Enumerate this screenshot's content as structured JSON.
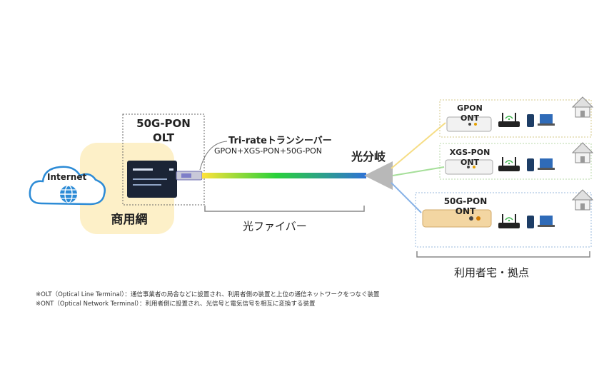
{
  "internet_label": "Internet",
  "network_zone_label": "商用網",
  "olt": {
    "title": "50G-PON",
    "subtitle": "OLT"
  },
  "transceiver": {
    "title": "Tri-rateトランシーバー",
    "subtitle": "GPON+XGS-PON+50G-PON"
  },
  "splitter_label": "光分岐",
  "fiber_label": "光ファイバー",
  "onts": [
    {
      "line1": "GPON",
      "line2": "ONT"
    },
    {
      "line1": "XGS-PON",
      "line2": "ONT"
    },
    {
      "line1": "50G-PON",
      "line2": "ONT"
    }
  ],
  "premises_label": "利用者宅・拠点",
  "notes": [
    "※OLT（Optical Line Terminal）：通信事業者の局舎などに設置され、利用者側の装置と上位の通信ネットワークをつなぐ装置",
    "※ONT（Optical Network Terminal）：利用者側に設置され、光信号と電気信号を相互に変換する装置"
  ],
  "colors": {
    "zone_fill": "#fdf0c8",
    "cloud_stroke": "#2c8bd6",
    "globe": "#2c8bd6",
    "fiber_start": "#ffe23a",
    "fiber_mid": "#29d13a",
    "fiber_end": "#2f72d6",
    "branch_gpon": "#f6dd84",
    "branch_xgs": "#a6df9a",
    "branch_50g": "#8ab4e8",
    "olt_body": "#1b2436",
    "ont_50g": "#f3d6a2"
  }
}
